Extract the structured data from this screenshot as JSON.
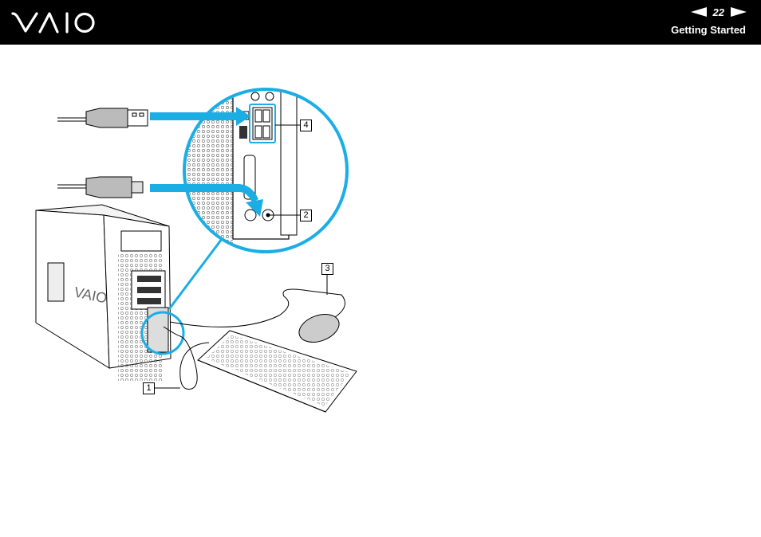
{
  "header": {
    "brand": "VAIO",
    "page_number": "22",
    "section_title": "Getting Started",
    "prev_icon": "triangle-left-icon",
    "next_icon": "triangle-right-icon"
  },
  "figure": {
    "callouts": [
      "1",
      "2",
      "3",
      "4"
    ],
    "accent_color": "#1aaee5"
  }
}
